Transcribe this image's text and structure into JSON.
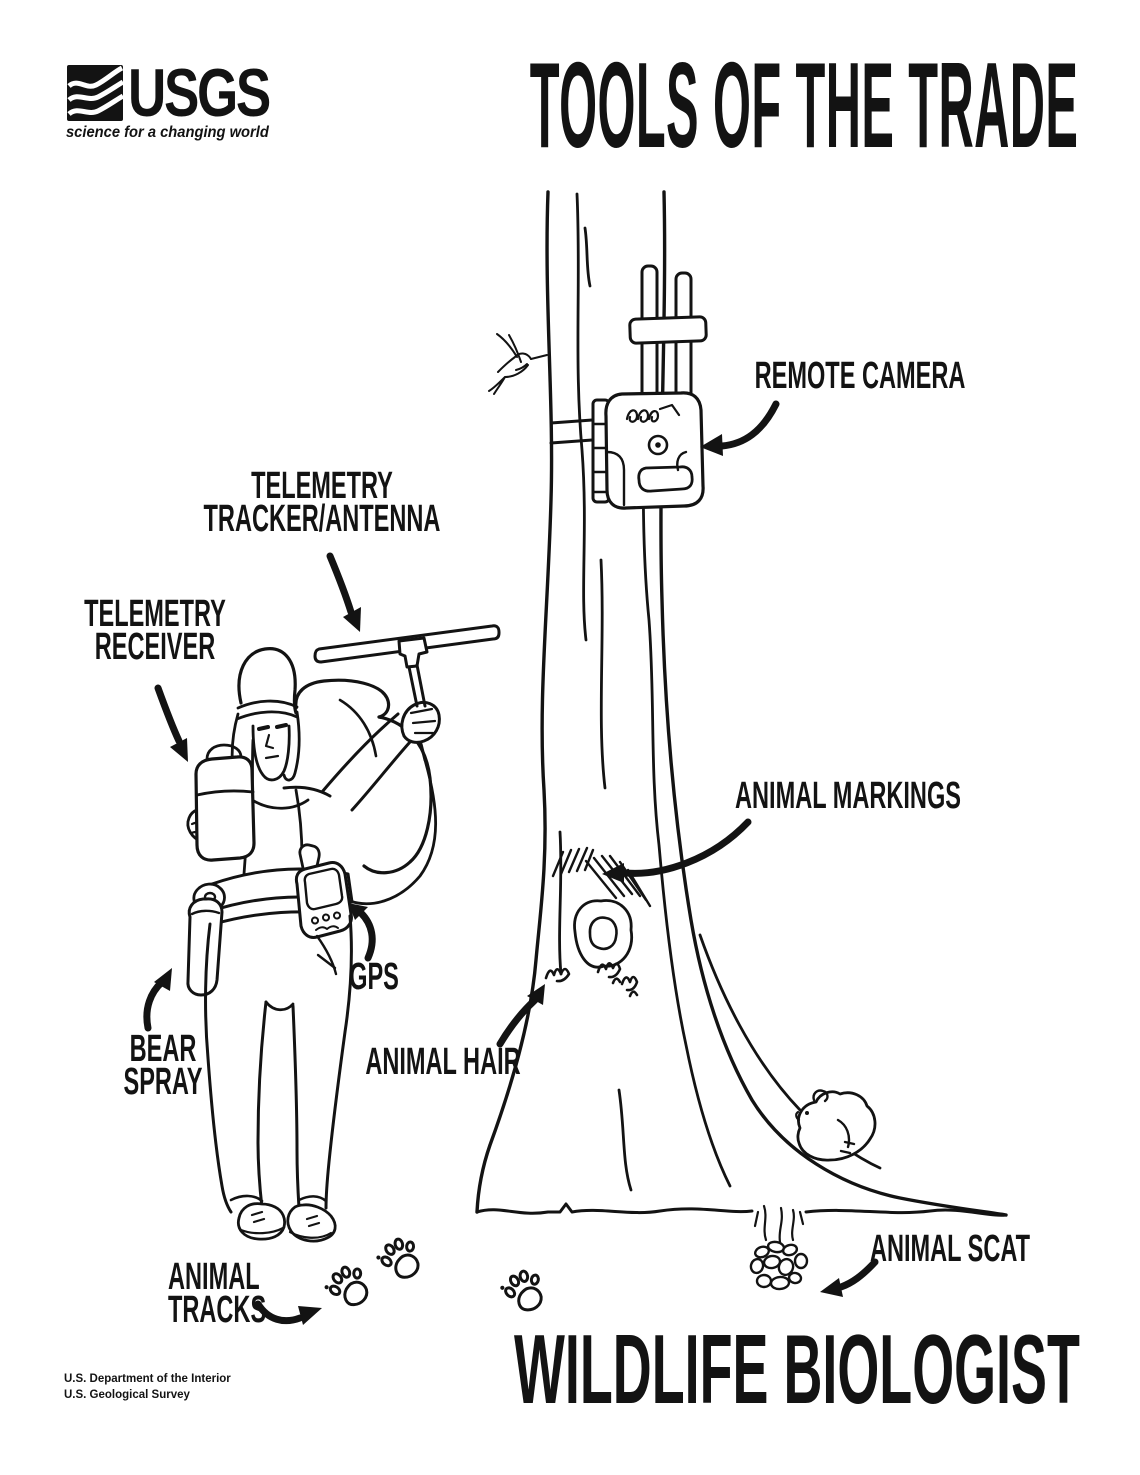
{
  "header": {
    "usgs_logo": {
      "acronym": "USGS",
      "tagline": "science for a changing world"
    },
    "title": "TOOLS OF THE TRADE"
  },
  "labels": {
    "remote_camera": "REMOTE CAMERA",
    "telemetry_tracker": "TELEMETRY\nTRACKER/ANTENNA",
    "telemetry_receiver": "TELEMETRY\nRECEIVER",
    "animal_markings": "ANIMAL MARKINGS",
    "gps": "GPS",
    "animal_hair": "ANIMAL HAIR",
    "bear_spray": "BEAR\nSPRAY",
    "animal_tracks": "ANIMAL\nTRACKS",
    "animal_scat": "ANIMAL SCAT"
  },
  "footer": {
    "dept_line1": "U.S. Department of the Interior",
    "dept_line2": "U.S. Geological Survey",
    "job_title": "WILDLIFE BIOLOGIST"
  },
  "illustration": {
    "ink_color": "#131313",
    "elements": [
      "wildlife-biologist-figure",
      "telemetry-antenna",
      "telemetry-receiver-box",
      "gps-unit",
      "bear-spray-canister",
      "tree-trunk",
      "remote-trail-camera",
      "animal-scratch-markings",
      "animal-hair-tufts",
      "pika-rodent",
      "animal-scat-pile",
      "paw-prints",
      "hummingbird"
    ]
  }
}
